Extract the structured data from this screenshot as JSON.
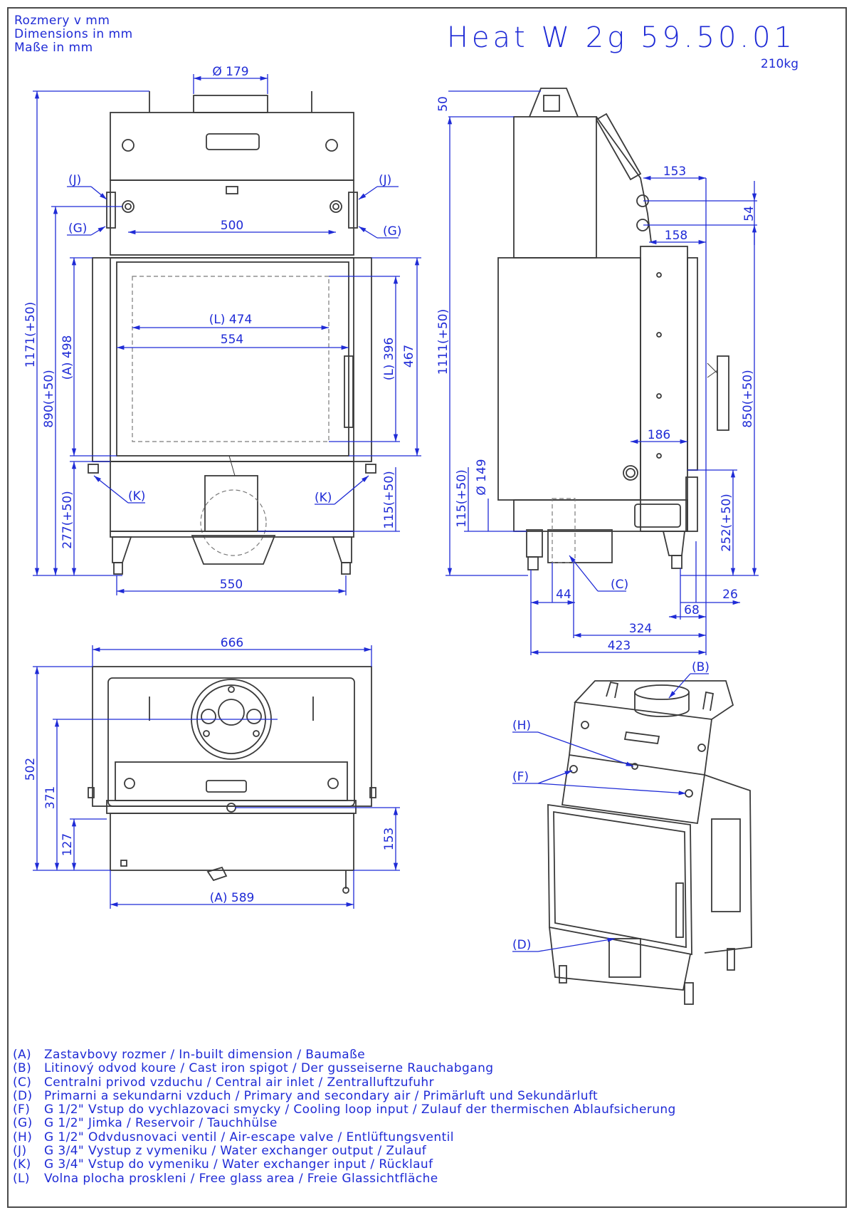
{
  "header": {
    "units": [
      "Rozmery v mm",
      "Dimensions in mm",
      "Maße in mm"
    ],
    "title": "Heat W 2g 59.50.01",
    "weight": "210kg"
  },
  "colors": {
    "annotation": "#1f2bd6",
    "outline": "#3a3a3a"
  },
  "front_view": {
    "d_spigot": "Ø 179",
    "spacing": "500",
    "l_474": "(L) 474",
    "w_554": "554",
    "l_396": "(L) 396",
    "h_467": "467",
    "a_498": "(A) 498",
    "h_890": "890(+50)",
    "h_1171": "1171(+50)",
    "h_277": "277(+50)",
    "h_115": "115(+50)",
    "w_550": "550",
    "tag_j_left": "(J)",
    "tag_j_right": "(J)",
    "tag_g_left": "(G)",
    "tag_g_right": "(G)",
    "tag_k_left": "(K)",
    "tag_k_right": "(K)"
  },
  "side_view": {
    "d_50": "50",
    "d_153": "153",
    "d_54": "54",
    "d_158": "158",
    "h_1111": "1111(+50)",
    "h_850": "850(+50)",
    "d_186": "186",
    "d_149": "Ø 149",
    "h_115": "115(+50)",
    "h_252": "252(+50)",
    "tag_c": "(C)",
    "d_44": "44",
    "d_26": "26",
    "d_68": "68",
    "d_324": "324",
    "d_423": "423"
  },
  "top_view": {
    "w_666": "666",
    "h_502": "502",
    "h_371": "371",
    "h_127": "127",
    "h_153": "153",
    "a_589": "(A) 589"
  },
  "iso_view": {
    "tag_b": "(B)",
    "tag_h": "(H)",
    "tag_f": "(F)",
    "tag_d": "(D)"
  },
  "legend": [
    {
      "key": "(A)",
      "text": "Zastavbovy rozmer / In-built dimension / Baumaße"
    },
    {
      "key": "(B)",
      "text": "Litinový odvod koure / Cast iron spigot / Der gusseiserne Rauchabgang"
    },
    {
      "key": "(C)",
      "text": "Centralni privod vzduchu / Central air inlet / Zentralluftzufuhr"
    },
    {
      "key": "(D)",
      "text": "Primarni a sekundarni vzduch / Primary and secondary air / Primärluft und Sekundärluft"
    },
    {
      "key": "(F)",
      "text": "G 1/2\" Vstup do vychlazovaci smycky / Cooling loop input / Zulauf der thermischen Ablaufsicherung"
    },
    {
      "key": "(G)",
      "text": "G 1/2\" Jimka / Reservoir / Tauchhülse"
    },
    {
      "key": "(H)",
      "text": "G 1/2\" Odvdusnovaci ventil / Air-escape valve / Entlüftungsventil"
    },
    {
      "key": "(J)",
      "text": "G 3/4\" Vystup z vymeniku / Water exchanger output / Zulauf"
    },
    {
      "key": "(K)",
      "text": "G 3/4\" Vstup do vymeniku / Water exchanger input / Rücklauf"
    },
    {
      "key": "(L)",
      "text": "Volna plocha proskleni / Free glass area / Freie Glassichtfläche"
    }
  ]
}
